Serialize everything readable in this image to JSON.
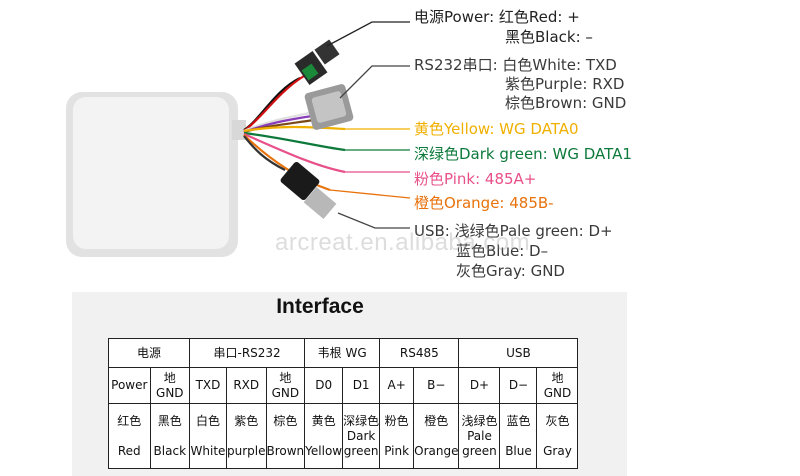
{
  "labels": {
    "power_line1": "电源Power:  红色Red: +",
    "power_line2": "黑色Black: –",
    "rs232_line1": "RS232串口: 白色White:  TXD",
    "rs232_line2": "紫色Purple: RXD",
    "rs232_line3": "棕色Brown: GND",
    "yellow": "黄色Yellow:  WG DATA0",
    "dark_green": "深绿色Dark green: WG DATA1",
    "pink": "粉色Pink:  485A+",
    "orange": "橙色Orange: 485B-",
    "usb_line1": "USB: 浅绿色Pale green: D+",
    "usb_line2": "蓝色Blue: D–",
    "usb_line3": "灰色Gray: GND"
  },
  "watermark": "arcreat.en.alibaba.com",
  "wire_colors": {
    "yellow": "#f0b000",
    "dark_green": "#0d7a3b",
    "pink": "#e8508a",
    "orange": "#e8720c",
    "black": "#111111",
    "red": "#d01010",
    "purple": "#8a3db8",
    "brown": "#7a4a1a",
    "white": "#e8e8e8"
  },
  "table": {
    "title": "Interface",
    "groups": [
      "电源",
      "串口-RS232",
      "韦根 WG",
      "RS485",
      "USB"
    ],
    "signals": [
      "Power",
      "地\nGND",
      "TXD",
      "RXD",
      "地\nGND",
      "D0",
      "D1",
      "A+",
      "B−",
      "D+",
      "D−",
      "地\nGND"
    ],
    "colors": [
      "红色\n\nRed",
      "黑色\n\nBlack",
      "白色\n\nWhite",
      "紫色\n\npurple",
      "棕色\n\nBrown",
      "黄色\n\nYellow",
      "深绿色\nDark\ngreen",
      "粉色\n\nPink",
      "橙色\n\nOrange",
      "浅绿色\nPale\ngreen",
      "蓝色\n\nBlue",
      "灰色\n\nGray"
    ]
  }
}
